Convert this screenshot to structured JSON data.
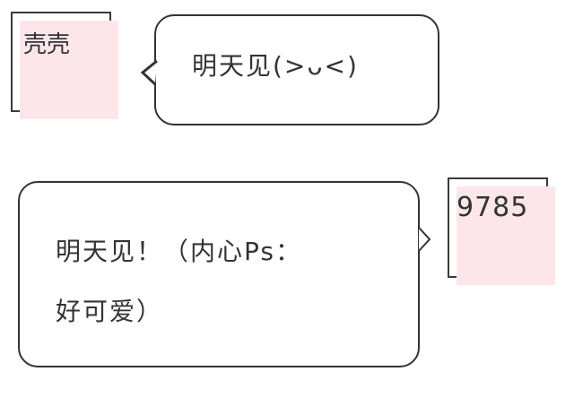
{
  "conversation": [
    {
      "sender": "壳壳",
      "text": "明天见(>ᴗ<)"
    },
    {
      "sender": "9785",
      "text_line1": "明天见！（内心Ps：",
      "text_line2": "好可爱）"
    }
  ]
}
